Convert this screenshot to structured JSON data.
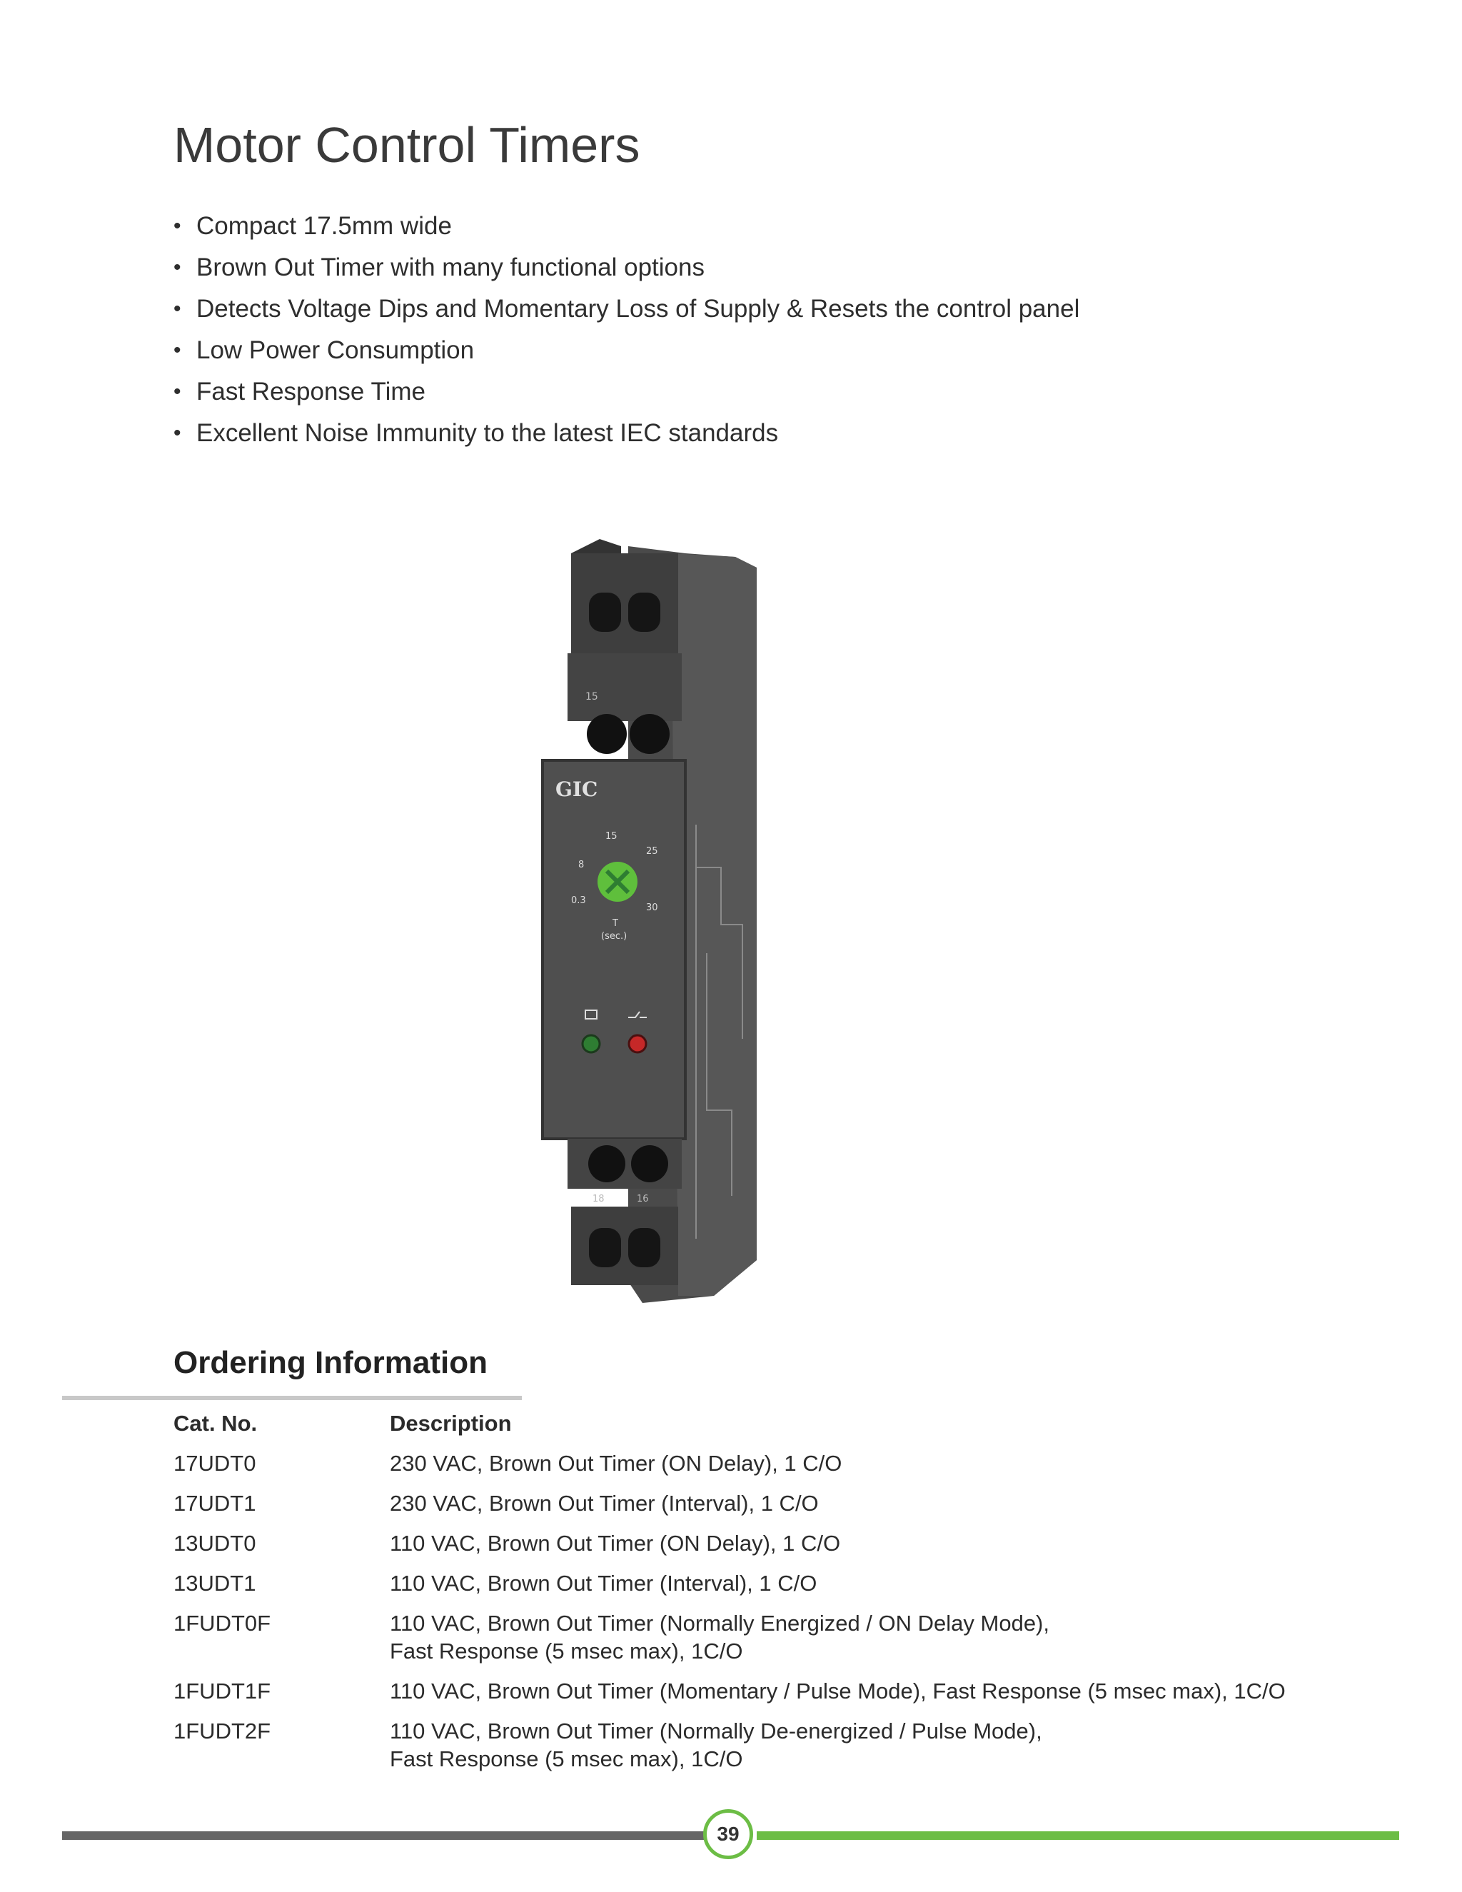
{
  "page": {
    "title": "Motor Control Timers",
    "features": [
      "Compact 17.5mm wide",
      "Brown Out Timer with many functional options",
      "Detects Voltage Dips and Momentary Loss of Supply & Resets the control panel",
      "Low Power Consumption",
      "Fast Response Time",
      "Excellent Noise Immunity to the latest IEC standards"
    ],
    "page_number": "39"
  },
  "product_image": {
    "brand": "GIC",
    "dial_marks": [
      "15",
      "25",
      "8",
      "0.3",
      "30"
    ],
    "dial_label_t": "T",
    "dial_label_unit": "(sec.)",
    "terminal_top": "15",
    "terminal_bottom": [
      "18",
      "16"
    ]
  },
  "ordering": {
    "title": "Ordering Information",
    "headers": {
      "cat": "Cat. No.",
      "desc": "Description"
    },
    "rows": [
      {
        "cat": "17UDT0",
        "desc": [
          "230 VAC, Brown Out Timer (ON Delay), 1 C/O"
        ]
      },
      {
        "cat": "17UDT1",
        "desc": [
          "230 VAC, Brown Out Timer (Interval), 1 C/O"
        ]
      },
      {
        "cat": "13UDT0",
        "desc": [
          "110 VAC, Brown Out Timer (ON Delay), 1 C/O"
        ]
      },
      {
        "cat": "13UDT1",
        "desc": [
          "110 VAC, Brown Out Timer (Interval), 1 C/O"
        ]
      },
      {
        "cat": "1FUDT0F",
        "desc": [
          "110 VAC, Brown Out Timer (Normally Energized / ON Delay Mode),",
          "Fast Response (5 msec max), 1C/O"
        ]
      },
      {
        "cat": "1FUDT1F",
        "desc": [
          "110 VAC, Brown Out Timer (Momentary / Pulse Mode), Fast Response (5 msec max), 1C/O"
        ]
      },
      {
        "cat": "1FUDT2F",
        "desc": [
          "110 VAC, Brown Out Timer (Normally De-energized / Pulse Mode),",
          "Fast Response (5 msec max), 1C/O"
        ]
      }
    ]
  },
  "colors": {
    "accent_green": "#6cbd45",
    "footer_gray": "#666666",
    "led_green": "#2e7d32",
    "led_red": "#c62828"
  }
}
